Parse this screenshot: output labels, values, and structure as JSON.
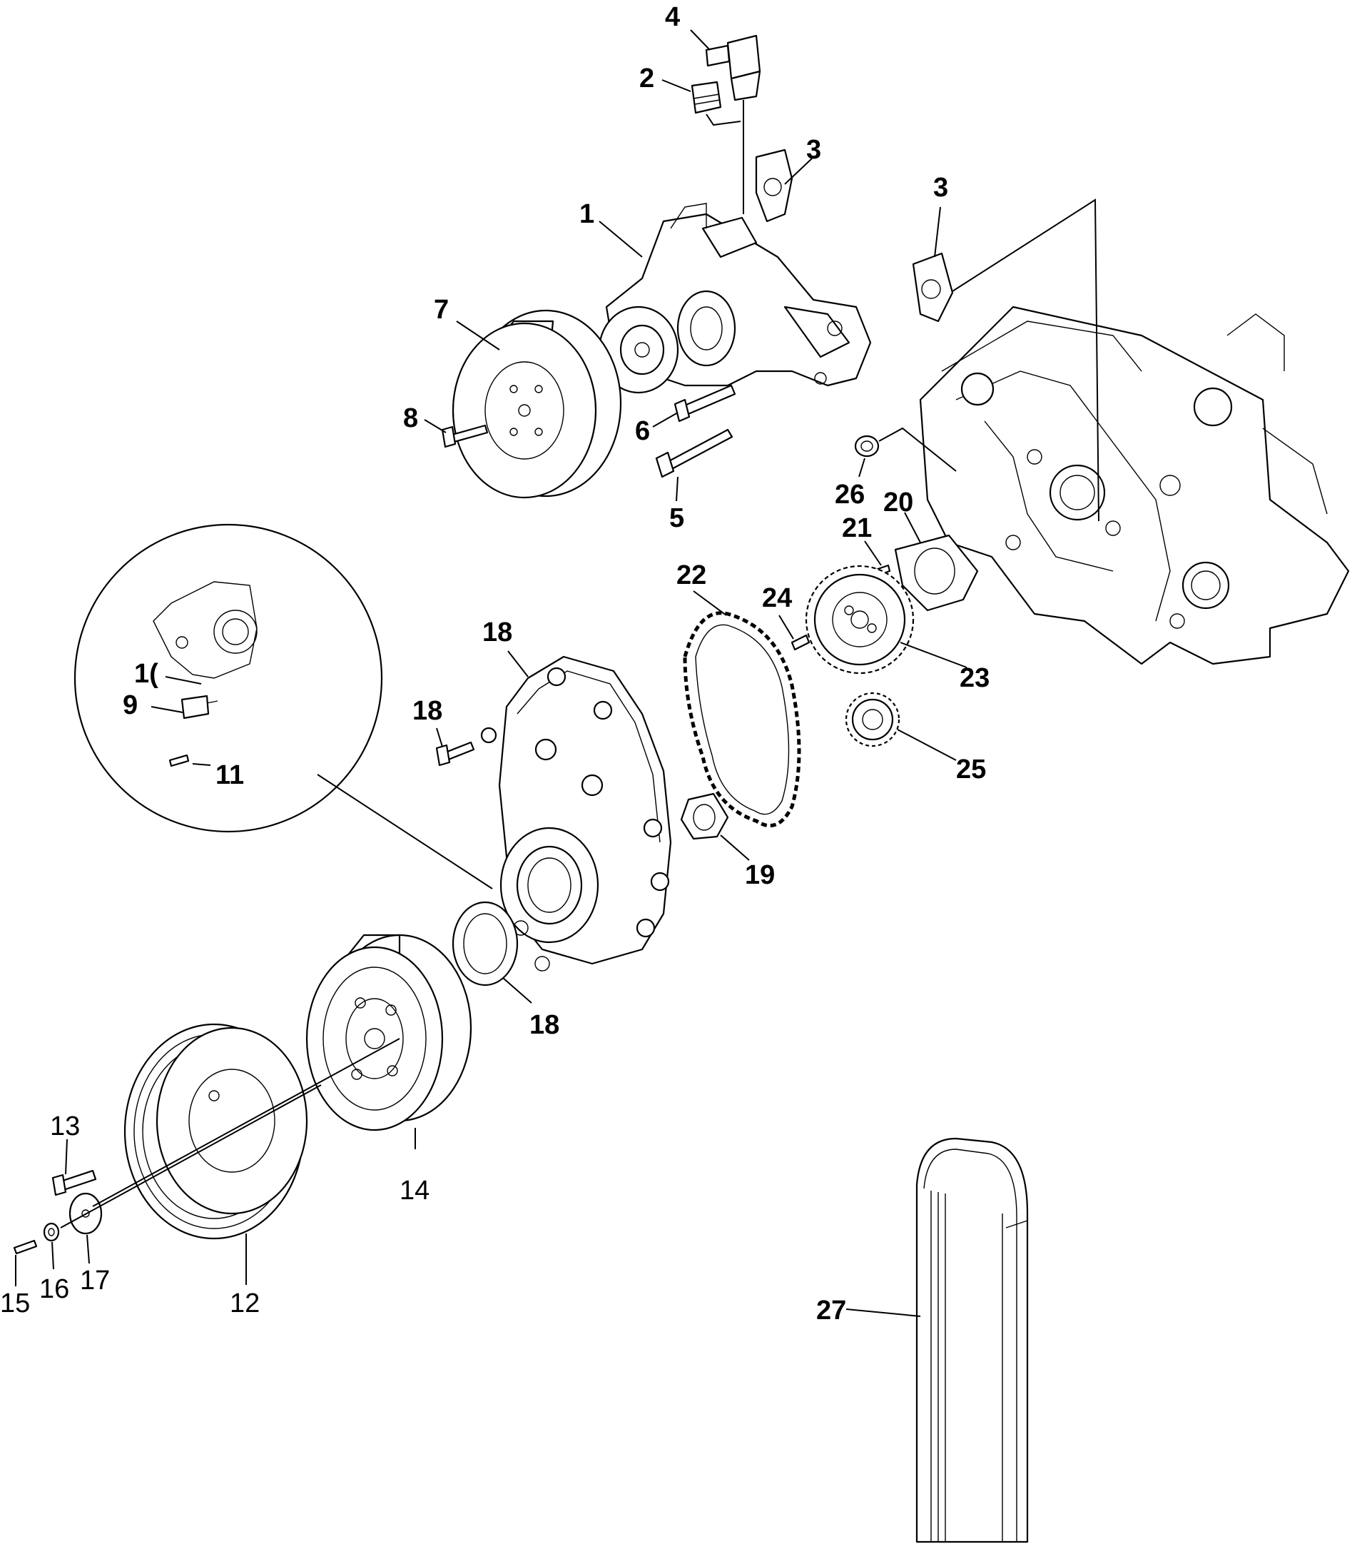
{
  "diagram": {
    "callouts": [
      {
        "key": "c1",
        "text": "1",
        "bold": true
      },
      {
        "key": "c2",
        "text": "2",
        "bold": true
      },
      {
        "key": "c3a",
        "text": "3",
        "bold": true
      },
      {
        "key": "c3b",
        "text": "3",
        "bold": true
      },
      {
        "key": "c4",
        "text": "4",
        "bold": true
      },
      {
        "key": "c5",
        "text": "5",
        "bold": true
      },
      {
        "key": "c6",
        "text": "6",
        "bold": true
      },
      {
        "key": "c7",
        "text": "7",
        "bold": true
      },
      {
        "key": "c8",
        "text": "8",
        "bold": true
      },
      {
        "key": "c9",
        "text": "9",
        "bold": true
      },
      {
        "key": "c10",
        "text": "1(",
        "bold": true
      },
      {
        "key": "c11",
        "text": "11",
        "bold": true
      },
      {
        "key": "c12",
        "text": "12",
        "bold": false
      },
      {
        "key": "c13",
        "text": "13",
        "bold": false
      },
      {
        "key": "c14",
        "text": "14",
        "bold": false
      },
      {
        "key": "c15",
        "text": "15",
        "bold": false
      },
      {
        "key": "c16",
        "text": "16",
        "bold": false
      },
      {
        "key": "c17",
        "text": "17",
        "bold": false
      },
      {
        "key": "c18a",
        "text": "18",
        "bold": true
      },
      {
        "key": "c18b",
        "text": "18",
        "bold": true
      },
      {
        "key": "c18c",
        "text": "18",
        "bold": true
      },
      {
        "key": "c19",
        "text": "19",
        "bold": true
      },
      {
        "key": "c20",
        "text": "20",
        "bold": true
      },
      {
        "key": "c21",
        "text": "21",
        "bold": true
      },
      {
        "key": "c22",
        "text": "22",
        "bold": true
      },
      {
        "key": "c23",
        "text": "23",
        "bold": true
      },
      {
        "key": "c24",
        "text": "24",
        "bold": true
      },
      {
        "key": "c25",
        "text": "25",
        "bold": true
      },
      {
        "key": "c26",
        "text": "26",
        "bold": true
      },
      {
        "key": "c27",
        "text": "27",
        "bold": true
      }
    ]
  }
}
